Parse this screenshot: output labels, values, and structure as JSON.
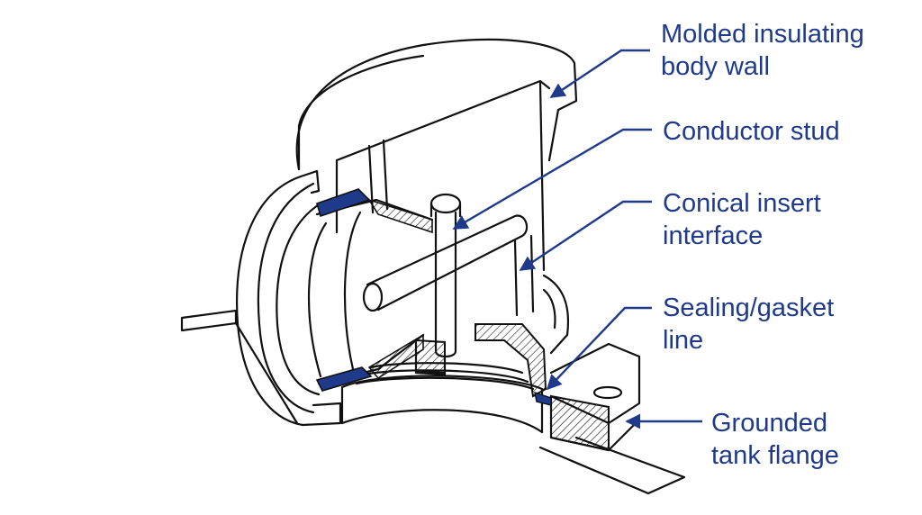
{
  "colors": {
    "line": "#111111",
    "accent": "#1f3a8a",
    "gasket": "#1f3a8a"
  },
  "labels": {
    "body_wall": {
      "line1": "Molded insulating",
      "line2": "body wall"
    },
    "conductor": {
      "line1": "Conductor stud"
    },
    "insert": {
      "line1": "Conical insert",
      "line2": "interface"
    },
    "gasket": {
      "line1": "Sealing/gasket",
      "line2": "line"
    },
    "flange": {
      "line1": "Grounded",
      "line2": "tank flange"
    }
  }
}
